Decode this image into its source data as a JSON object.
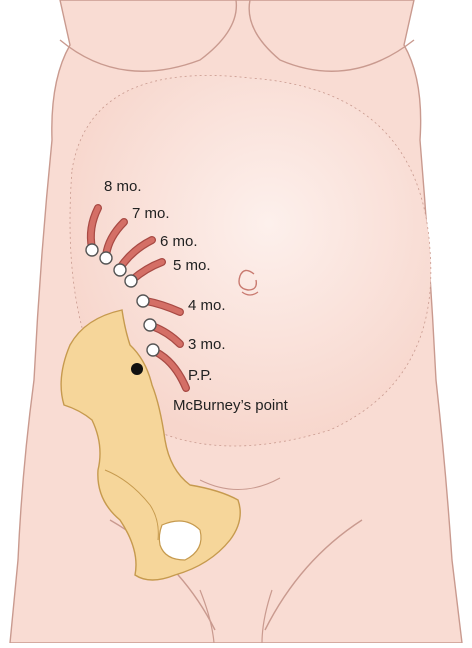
{
  "labels": {
    "month_8": "8 mo.",
    "month_7": "7 mo.",
    "month_6": "6 mo.",
    "month_5": "5 mo.",
    "month_4": "4 mo.",
    "month_3": "3 mo.",
    "pp": "P.P.",
    "mcburney": "McBurney’s point"
  },
  "colors": {
    "skin": "#f9dcd3",
    "skin_highlight": "#fdebe6",
    "skin_outline": "#c99a8f",
    "pelvis": "#f6d69a",
    "pelvis_outline": "#c69a4e",
    "appendix": "#d46f66",
    "appendix_dark": "#a84a44",
    "marker_fill": "#ffffff",
    "marker_stroke": "#555555",
    "mcburney_dot": "#111111",
    "navel": "#c97a70"
  }
}
